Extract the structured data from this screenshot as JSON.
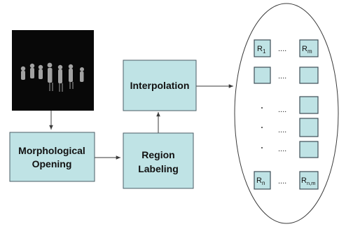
{
  "nodes": {
    "morph_line1": "Morphological",
    "morph_line2": "Opening",
    "region_line1": "Region",
    "region_line2": "Labeling",
    "interp": "Interpolation"
  },
  "regions": {
    "r1": "R",
    "r1_sub": "1",
    "rm": "R",
    "rm_sub": "m",
    "rn": "R",
    "rn_sub": "n",
    "rnm": "R",
    "rnm_sub": "n,m",
    "dots": "...."
  },
  "colors": {
    "box_fill": "#bfe3e5",
    "box_stroke": "#4b5e66",
    "photo_bg": "#080808"
  }
}
